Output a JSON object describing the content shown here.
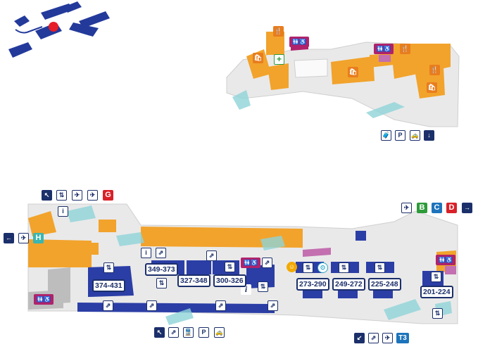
{
  "colors": {
    "shop": "#f2a32c",
    "gate_area": "#2b3ea6",
    "restroom": "#b0226b",
    "floor": "#e6e6e6",
    "walkway": "#8fd3d8",
    "navy": "#1b2f6a"
  },
  "gates": [
    {
      "label": "349-373"
    },
    {
      "label": "374-431"
    },
    {
      "label": "327-348"
    },
    {
      "label": "300-326"
    },
    {
      "label": "273-290"
    },
    {
      "label": "249-272"
    },
    {
      "label": "225-248"
    },
    {
      "label": "201-224"
    }
  ],
  "terminal_letters": {
    "g": "G",
    "h": "H",
    "b": "B",
    "c": "C",
    "d": "D",
    "t3": "T3"
  },
  "icons": {
    "info": "i",
    "pharmacy": "+",
    "restroom": "🚻♿",
    "food": "🍴",
    "shop": "🛍",
    "parking": "P",
    "arrow_up_left": "↖",
    "arrow_down_left": "↙",
    "arrow_left": "←",
    "arrow_right": "→",
    "arrow_down": "↓",
    "baggage": "🧳",
    "departures": "✈",
    "escalator": "⇗",
    "lift": "⇅",
    "train": "🚆",
    "taxi": "🚕",
    "currency": "☺",
    "security": "⊙"
  }
}
